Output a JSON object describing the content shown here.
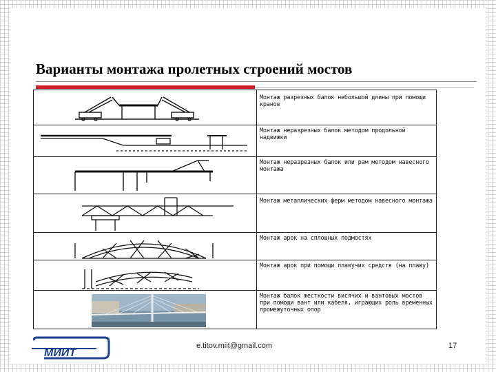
{
  "slide": {
    "title": "Варианты монтажа пролетных строений мостов",
    "rows": [
      {
        "drawing_icon": "crane-beam-erection-icon",
        "text": "Монтаж разрезных балок небольшой длины при помощи кранов"
      },
      {
        "drawing_icon": "longitudinal-launching-icon",
        "text": "Монтаж неразрезных балок методом продольной надвижки"
      },
      {
        "drawing_icon": "cantilever-girder-icon",
        "text": "Монтаж неразрезных балок или рам методом навесного монтажа"
      },
      {
        "drawing_icon": "truss-cantilever-icon",
        "text": "Монтаж металлических ферм методом навесного монтажа"
      },
      {
        "drawing_icon": "arch-falsework-icon",
        "text": "Монтаж арок на сплошных подмостях"
      },
      {
        "drawing_icon": "arch-floating-icon",
        "text": "Монтаж арок при помощи плавучих средств (на плаву)"
      },
      {
        "drawing_icon": "cable-stayed-bridge-photo-icon",
        "text": "Монтаж балок жесткости висячих и вантовых мостов при помощи вант или кабеля, играющих роль временных промежуточных опор"
      }
    ]
  },
  "footer": {
    "logo_text": "МИИТ",
    "email": "e.titov.miit@gmail.com",
    "page_number": "17"
  },
  "colors": {
    "accent": "#d01f2a",
    "rule": "#8a8a8a",
    "logo_blue": "#1d3f8f"
  }
}
